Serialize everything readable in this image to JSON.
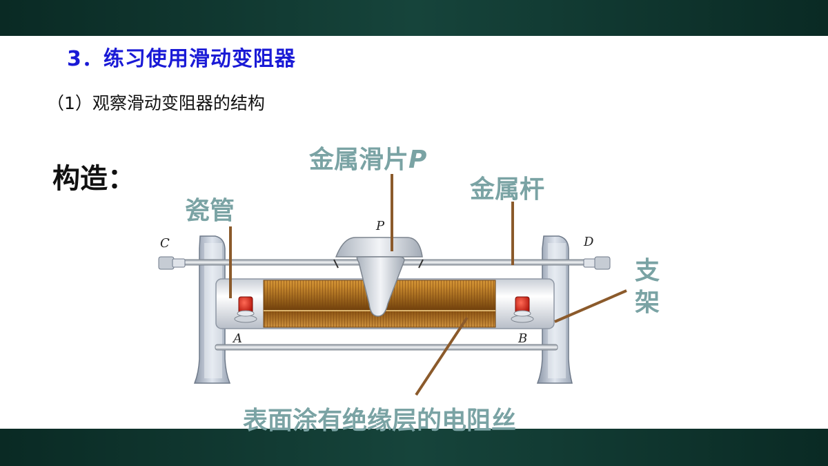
{
  "heading": "3．练习使用滑动变阻器",
  "subheading": "（1）观察滑动变阻器的结构",
  "structure_label": "构造：",
  "labels": {
    "slider": "金属滑片",
    "slider_letter": "P",
    "rod": "金属杆",
    "porcelain_tube": "瓷管",
    "bracket": "支架",
    "wire": "表面涂有绝缘层的电阻丝"
  },
  "diagram": {
    "terminal_c": "C",
    "terminal_d": "D",
    "terminal_p": "P",
    "terminal_a": "A",
    "terminal_b": "B"
  },
  "colors": {
    "heading": "#1a1ad6",
    "label": "#7aa3a4",
    "leader_line": "#8b5a2b",
    "coil": "#c98a2e",
    "band": "#0f3a32"
  }
}
